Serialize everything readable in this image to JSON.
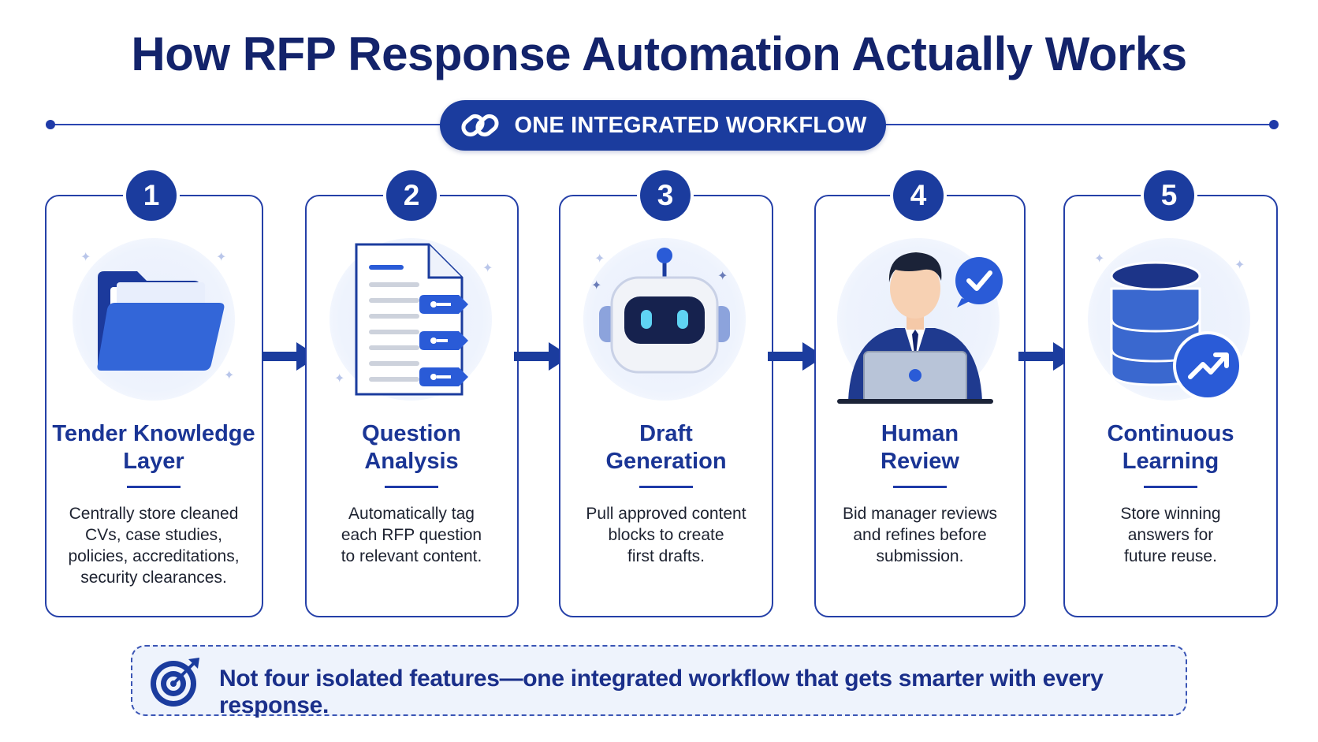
{
  "title": "How RFP Response Automation Actually Works",
  "banner": {
    "label": "ONE INTEGRATED WORKFLOW",
    "icon": "chain-link-icon"
  },
  "steps": [
    {
      "number": "1",
      "title_line1": "Tender Knowledge",
      "title_line2": "Layer",
      "desc_lines": [
        "Centrally store cleaned",
        "CVs, case studies,",
        "policies, accreditations,",
        "security clearances."
      ],
      "icon": "folder-icon"
    },
    {
      "number": "2",
      "title_line1": "Question",
      "title_line2": "Analysis",
      "desc_lines": [
        "Automatically tag",
        "each RFP question",
        "to relevant content."
      ],
      "icon": "tagged-document-icon"
    },
    {
      "number": "3",
      "title_line1": "Draft",
      "title_line2": "Generation",
      "desc_lines": [
        "Pull approved content",
        "blocks to create",
        "first drafts."
      ],
      "icon": "robot-icon"
    },
    {
      "number": "4",
      "title_line1": "Human",
      "title_line2": "Review",
      "desc_lines": [
        "Bid manager reviews",
        "and refines before",
        "submission."
      ],
      "icon": "reviewer-with-laptop-icon"
    },
    {
      "number": "5",
      "title_line1": "Continuous",
      "title_line2": "Learning",
      "desc_lines": [
        "Store winning",
        "answers for",
        "future reuse."
      ],
      "icon": "database-growth-icon"
    }
  ],
  "footer": {
    "text": "Not four isolated features—one integrated workflow that gets smarter with every response.",
    "icon": "target-icon"
  },
  "colors": {
    "navy": "#13236b",
    "primary": "#1b3c9e",
    "accent": "#2a5bd7",
    "halo": "#eaf0fc"
  }
}
